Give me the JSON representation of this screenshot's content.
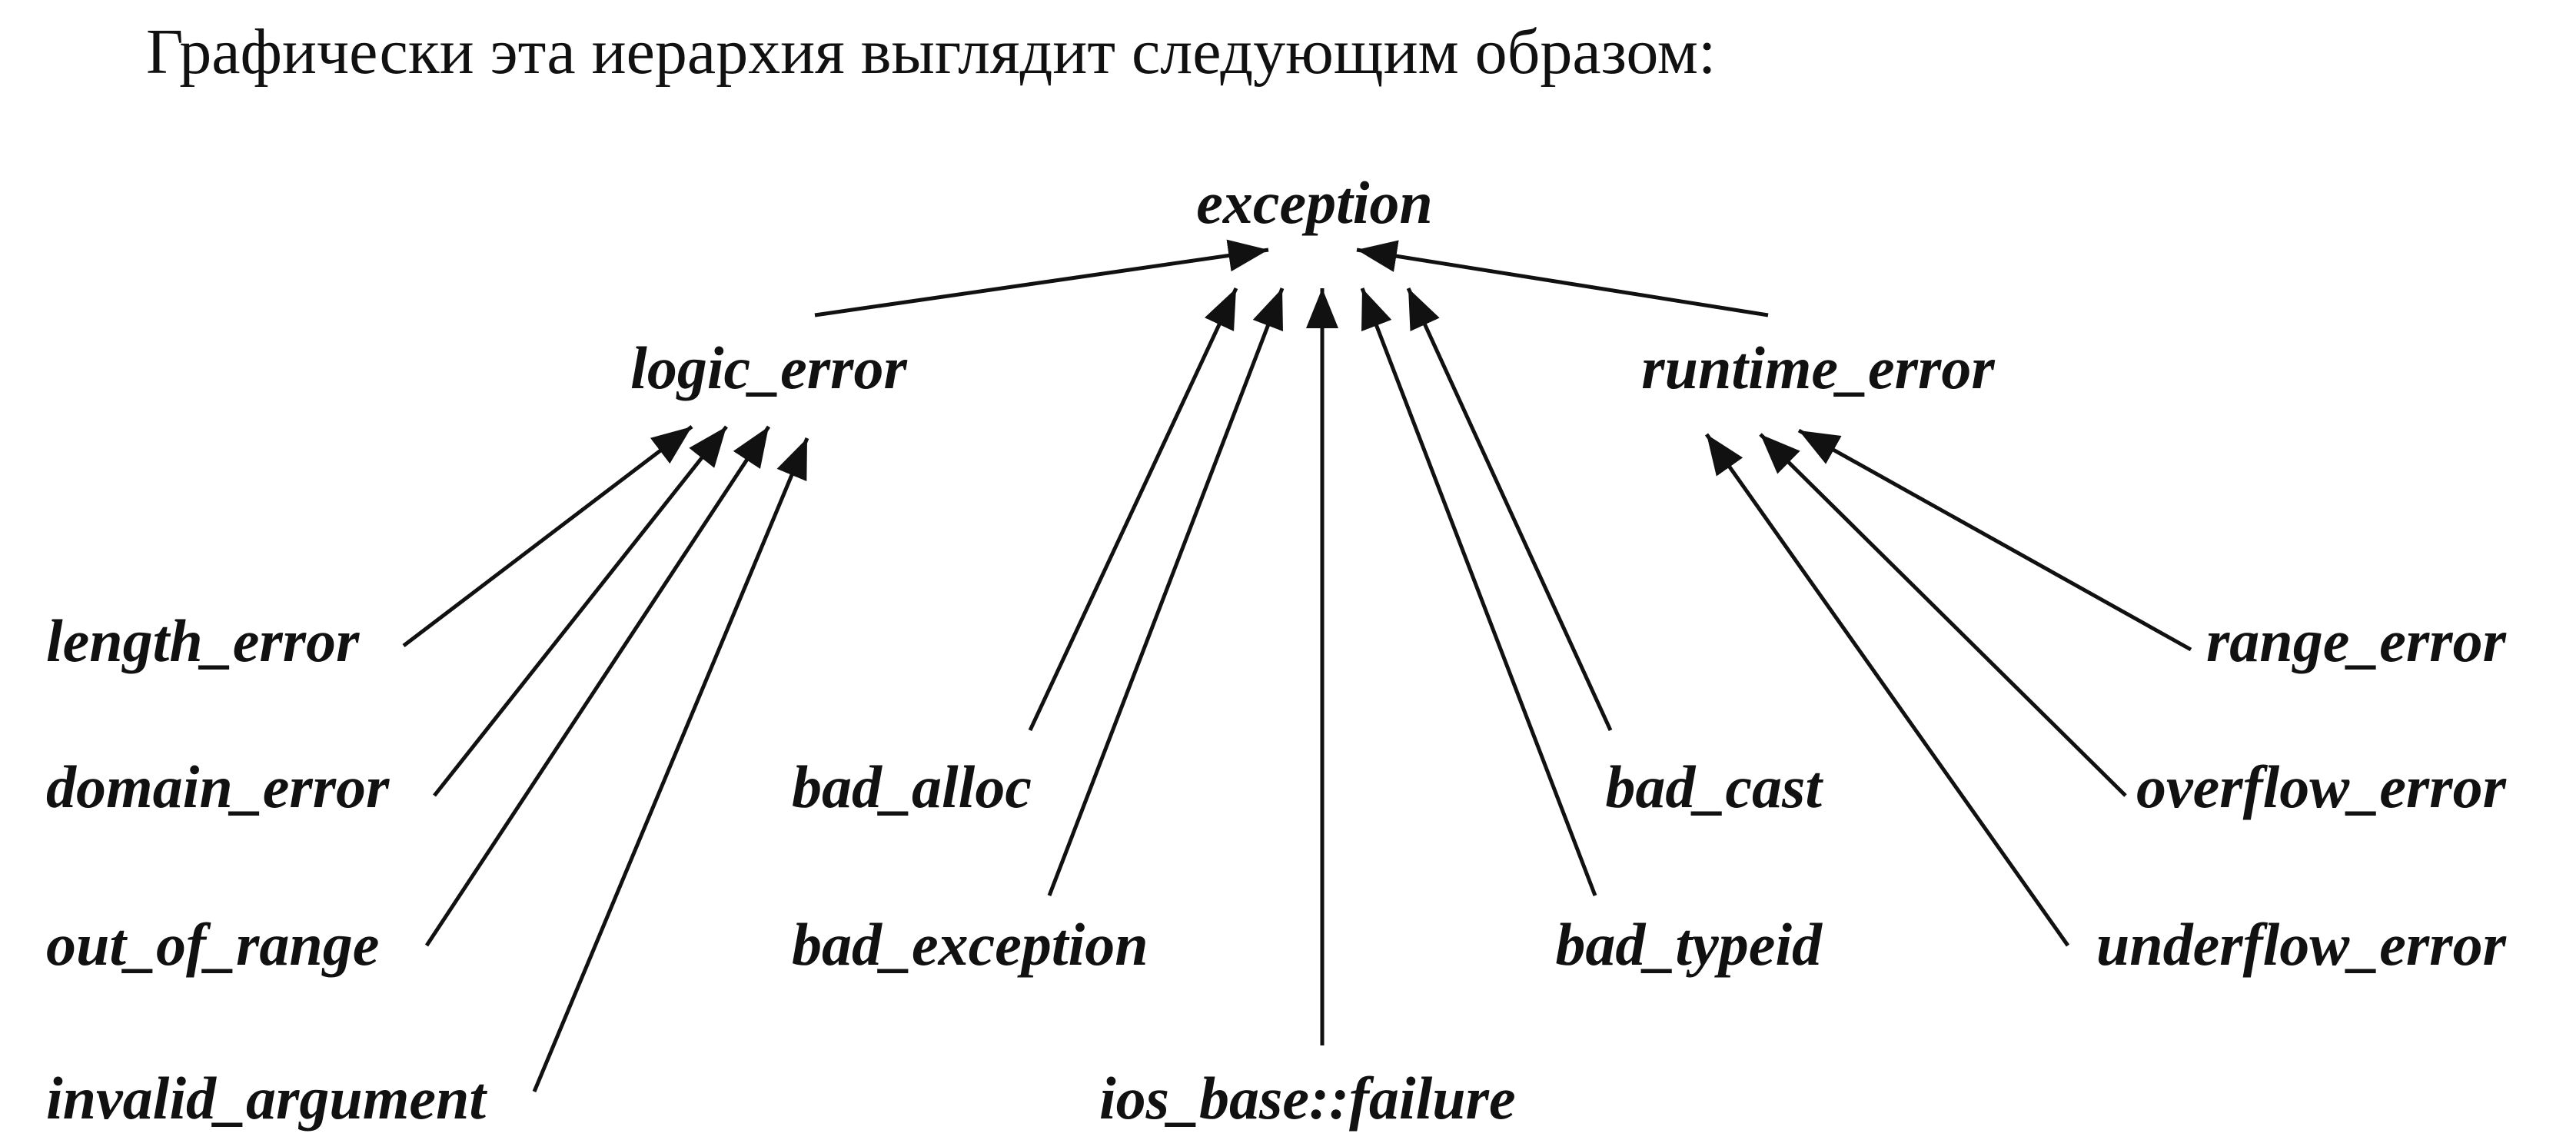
{
  "intro_text": "Графически эта иерархия выглядит следующим образом:",
  "colors": {
    "text": "#111111",
    "edge": "#111111",
    "background": "#ffffff"
  },
  "nodes": {
    "exception": "exception",
    "logic_error": "logic_error",
    "runtime_error": "runtime_error",
    "length_error": "length_error",
    "domain_error": "domain_error",
    "out_of_range": "out_of_range",
    "invalid_argument": "invalid_argument",
    "bad_alloc": "bad_alloc",
    "bad_exception": "bad_exception",
    "ios_base_failure": "ios_base::failure",
    "bad_cast": "bad_cast",
    "bad_typeid": "bad_typeid",
    "range_error": "range_error",
    "overflow_error": "overflow_error",
    "underflow_error": "underflow_error"
  },
  "edges": [
    {
      "from": "logic_error",
      "to": "exception"
    },
    {
      "from": "runtime_error",
      "to": "exception"
    },
    {
      "from": "bad_alloc",
      "to": "exception"
    },
    {
      "from": "bad_exception",
      "to": "exception"
    },
    {
      "from": "ios_base_failure",
      "to": "exception"
    },
    {
      "from": "bad_typeid",
      "to": "exception"
    },
    {
      "from": "bad_cast",
      "to": "exception"
    },
    {
      "from": "length_error",
      "to": "logic_error"
    },
    {
      "from": "domain_error",
      "to": "logic_error"
    },
    {
      "from": "out_of_range",
      "to": "logic_error"
    },
    {
      "from": "invalid_argument",
      "to": "logic_error"
    },
    {
      "from": "underflow_error",
      "to": "runtime_error"
    },
    {
      "from": "overflow_error",
      "to": "runtime_error"
    },
    {
      "from": "range_error",
      "to": "runtime_error"
    }
  ]
}
